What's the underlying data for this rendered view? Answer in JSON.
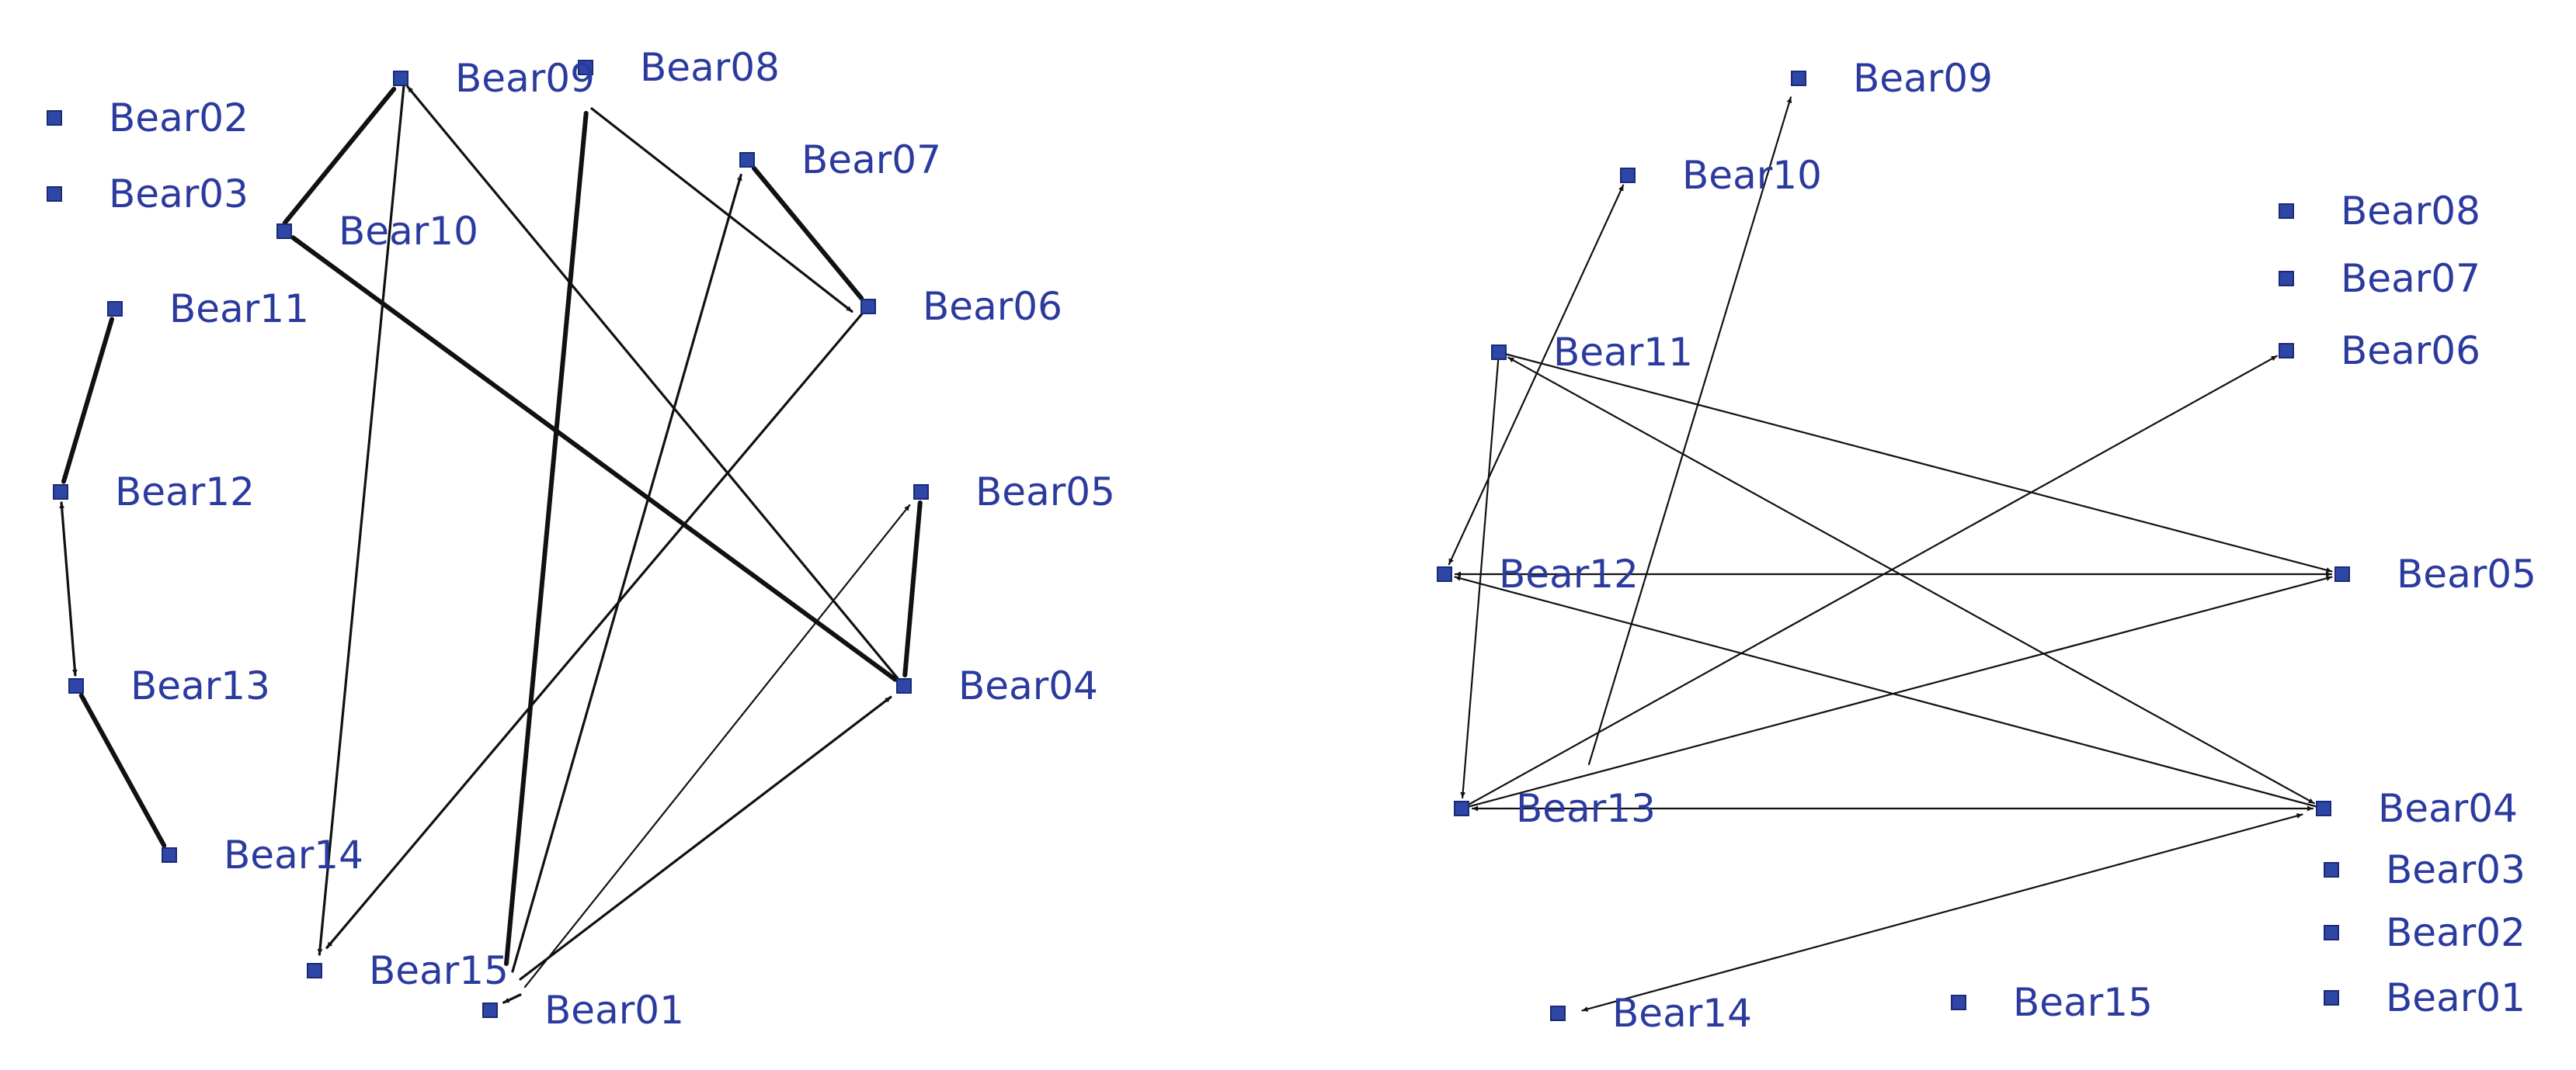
{
  "colors": {
    "node": "#2e46a6",
    "label": "#2b3a9e",
    "edge": "#111111",
    "background": "#ffffff"
  },
  "diagrams": [
    {
      "id": "left-network",
      "nodes": [
        {
          "id": "Bear01",
          "label": "Bear01"
        },
        {
          "id": "Bear02",
          "label": "Bear02"
        },
        {
          "id": "Bear03",
          "label": "Bear03"
        },
        {
          "id": "Bear04",
          "label": "Bear04"
        },
        {
          "id": "Bear05",
          "label": "Bear05"
        },
        {
          "id": "Bear06",
          "label": "Bear06"
        },
        {
          "id": "Bear07",
          "label": "Bear07"
        },
        {
          "id": "Bear08",
          "label": "Bear08"
        },
        {
          "id": "Bear09",
          "label": "Bear09"
        },
        {
          "id": "Bear10",
          "label": "Bear10"
        },
        {
          "id": "Bear11",
          "label": "Bear11"
        },
        {
          "id": "Bear12",
          "label": "Bear12"
        },
        {
          "id": "Bear13",
          "label": "Bear13"
        },
        {
          "id": "Bear14",
          "label": "Bear14"
        },
        {
          "id": "Bear15",
          "label": "Bear15"
        }
      ],
      "edges": [
        {
          "from": "Bear09",
          "to": "Bear10",
          "bidirectional": true,
          "weight": "heavy"
        },
        {
          "from": "Bear11",
          "to": "Bear12",
          "bidirectional": true,
          "weight": "heavy"
        },
        {
          "from": "Bear12",
          "to": "Bear13",
          "bidirectional": true,
          "weight": "normal"
        },
        {
          "from": "Bear13",
          "to": "Bear14",
          "bidirectional": true,
          "weight": "heavy"
        },
        {
          "from": "Bear07",
          "to": "Bear06",
          "bidirectional": true,
          "weight": "heavy"
        },
        {
          "from": "Bear05",
          "to": "Bear04",
          "bidirectional": true,
          "weight": "heavy"
        },
        {
          "from": "Bear10",
          "to": "Bear04",
          "bidirectional": true,
          "weight": "heavy"
        },
        {
          "from": "Bear04",
          "to": "Bear09",
          "bidirectional": false,
          "weight": "normal"
        },
        {
          "from": "Bear08",
          "to": "Bear06",
          "bidirectional": false,
          "weight": "normal"
        },
        {
          "from": "Bear09",
          "to": "Bear14",
          "bidirectional": false,
          "weight": "normal"
        },
        {
          "from": "Bear06",
          "to": "Bear14",
          "bidirectional": false,
          "weight": "normal"
        },
        {
          "from": "Bear15",
          "to": "Bear08",
          "bidirectional": false,
          "weight": "heavy"
        },
        {
          "from": "Bear15",
          "to": "Bear07",
          "bidirectional": false,
          "weight": "normal"
        },
        {
          "from": "Bear15",
          "to": "Bear04",
          "bidirectional": false,
          "weight": "normal"
        },
        {
          "from": "Bear15",
          "to": "Bear05",
          "bidirectional": false,
          "weight": "light"
        },
        {
          "from": "Bear15",
          "to": "Bear01",
          "bidirectional": false,
          "weight": "normal"
        }
      ]
    },
    {
      "id": "right-network",
      "nodes": [
        {
          "id": "Bear01",
          "label": "Bear01"
        },
        {
          "id": "Bear02",
          "label": "Bear02"
        },
        {
          "id": "Bear03",
          "label": "Bear03"
        },
        {
          "id": "Bear04",
          "label": "Bear04"
        },
        {
          "id": "Bear05",
          "label": "Bear05"
        },
        {
          "id": "Bear06",
          "label": "Bear06"
        },
        {
          "id": "Bear07",
          "label": "Bear07"
        },
        {
          "id": "Bear08",
          "label": "Bear08"
        },
        {
          "id": "Bear09",
          "label": "Bear09"
        },
        {
          "id": "Bear10",
          "label": "Bear10"
        },
        {
          "id": "Bear11",
          "label": "Bear11"
        },
        {
          "id": "Bear12",
          "label": "Bear12"
        },
        {
          "id": "Bear13",
          "label": "Bear13"
        },
        {
          "id": "Bear14",
          "label": "Bear14"
        },
        {
          "id": "Bear15",
          "label": "Bear15"
        }
      ],
      "edges": [
        {
          "from": "Bear13",
          "to": "Bear09",
          "bidirectional": false,
          "weight": "light"
        },
        {
          "from": "Bear12",
          "to": "Bear10",
          "bidirectional": true,
          "weight": "light"
        },
        {
          "from": "Bear11",
          "to": "Bear13",
          "bidirectional": false,
          "weight": "light"
        },
        {
          "from": "Bear05",
          "to": "Bear12",
          "bidirectional": true,
          "weight": "light"
        },
        {
          "from": "Bear04",
          "to": "Bear12",
          "bidirectional": false,
          "weight": "light"
        },
        {
          "from": "Bear11",
          "to": "Bear05",
          "bidirectional": false,
          "weight": "light"
        },
        {
          "from": "Bear04",
          "to": "Bear11",
          "bidirectional": true,
          "weight": "light"
        },
        {
          "from": "Bear13",
          "to": "Bear04",
          "bidirectional": true,
          "weight": "light"
        },
        {
          "from": "Bear13",
          "to": "Bear05",
          "bidirectional": false,
          "weight": "light"
        },
        {
          "from": "Bear13",
          "to": "Bear06",
          "bidirectional": false,
          "weight": "light"
        },
        {
          "from": "Bear04",
          "to": "Bear14",
          "bidirectional": true,
          "weight": "light"
        }
      ]
    }
  ]
}
